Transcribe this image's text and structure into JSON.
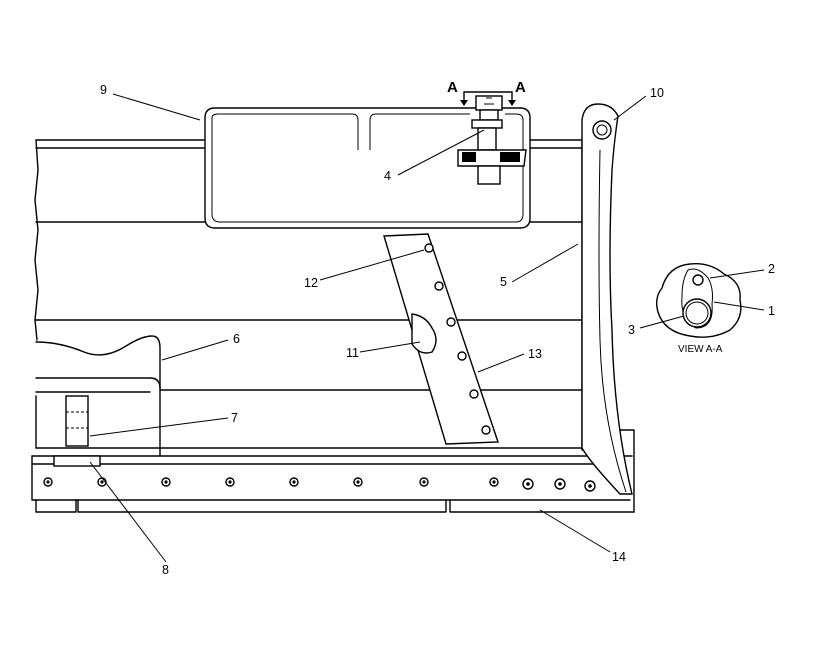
{
  "callouts": [
    {
      "id": "1",
      "text": "1"
    },
    {
      "id": "2",
      "text": "2"
    },
    {
      "id": "3",
      "text": "3"
    },
    {
      "id": "4",
      "text": "4"
    },
    {
      "id": "5",
      "text": "5"
    },
    {
      "id": "6",
      "text": "6"
    },
    {
      "id": "7",
      "text": "7"
    },
    {
      "id": "8",
      "text": "8"
    },
    {
      "id": "9",
      "text": "9"
    },
    {
      "id": "10",
      "text": "10"
    },
    {
      "id": "11",
      "text": "11"
    },
    {
      "id": "12",
      "text": "12"
    },
    {
      "id": "13",
      "text": "13"
    },
    {
      "id": "14",
      "text": "14"
    }
  ],
  "section": {
    "left": "A",
    "right": "A"
  },
  "view_label": "VIEW  A-A"
}
